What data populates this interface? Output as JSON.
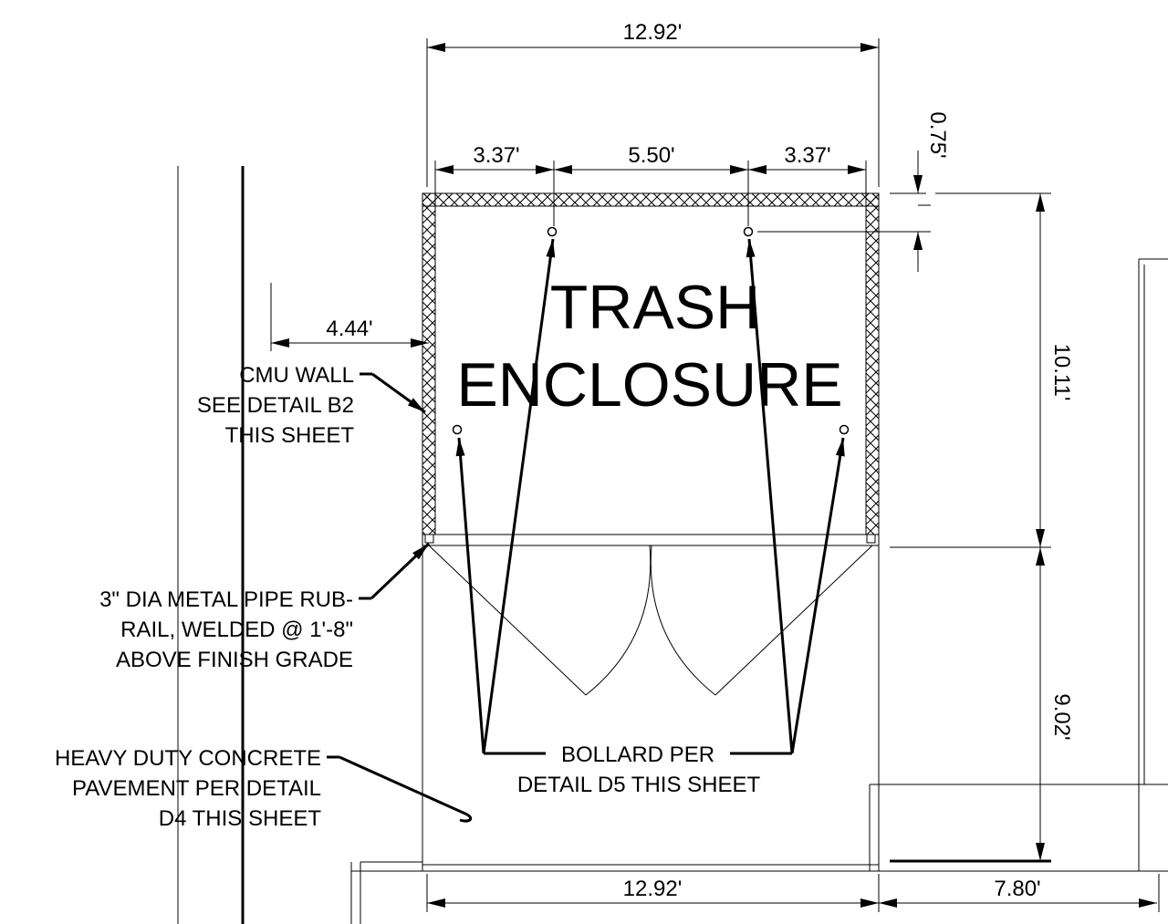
{
  "title": {
    "line1": "TRASH",
    "line2": "ENCLOSURE"
  },
  "dimensions": {
    "overall_top": "12.92'",
    "left_segment": "3.37'",
    "middle_segment": "5.50'",
    "right_segment": "3.37'",
    "wall_thickness": "0.75'",
    "left_offset": "4.44'",
    "enclosure_depth": "10.11'",
    "apron_depth": "9.02'",
    "overall_bottom": "12.92'",
    "right_bottom": "7.80'"
  },
  "callouts": {
    "cmu_wall": {
      "line1": "CMU WALL",
      "line2": "SEE DETAIL B2",
      "line3": "THIS SHEET"
    },
    "rub_rail": {
      "line1": "3\" DIA METAL PIPE RUB-",
      "line2": "RAIL, WELDED @ 1'-8\"",
      "line3": "ABOVE FINISH GRADE"
    },
    "pavement": {
      "line1": "HEAVY DUTY CONCRETE",
      "line2": "PAVEMENT PER DETAIL",
      "line3": "D4 THIS SHEET"
    },
    "bollard": {
      "line1": "BOLLARD PER",
      "line2": "DETAIL D5 THIS SHEET"
    }
  },
  "colors": {
    "line": "#000000",
    "background": "#ffffff"
  }
}
